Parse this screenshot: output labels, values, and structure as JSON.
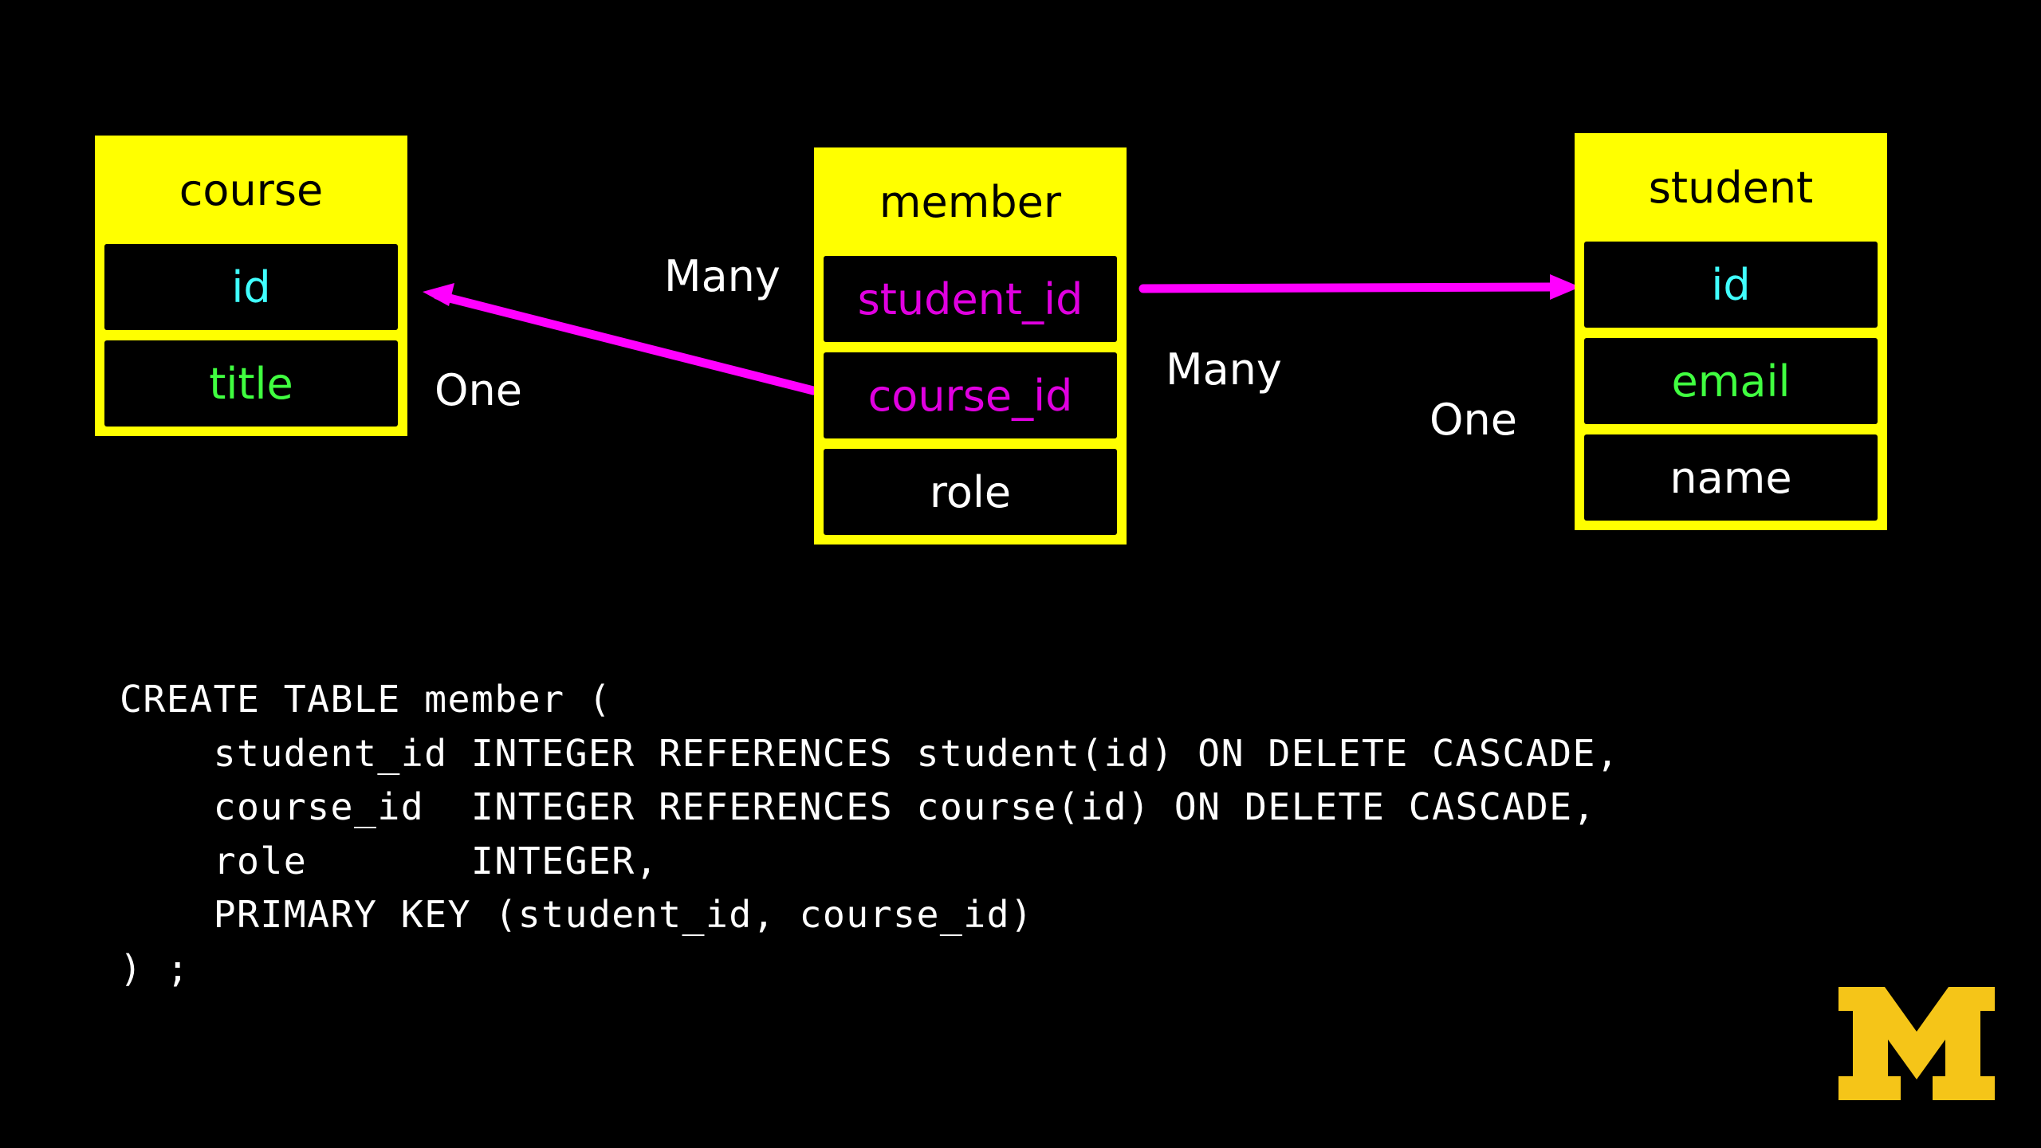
{
  "colors": {
    "background": "#000000",
    "table_fill": "#ffff00",
    "field_fill": "#000000",
    "header_text": "#000000",
    "arrow": "#ff00ff",
    "primary_key_text": "#40ffff",
    "foreign_key_text": "#e000e0",
    "attribute_text": "#40ff40",
    "plain_text": "#ffffff",
    "logo": "#f5c518"
  },
  "tables": {
    "course": {
      "name": "course",
      "fields": [
        {
          "label": "id",
          "kind": "primary_key"
        },
        {
          "label": "title",
          "kind": "attribute"
        }
      ]
    },
    "member": {
      "name": "member",
      "fields": [
        {
          "label": "student_id",
          "kind": "foreign_key"
        },
        {
          "label": "course_id",
          "kind": "foreign_key"
        },
        {
          "label": "role",
          "kind": "plain"
        }
      ]
    },
    "student": {
      "name": "student",
      "fields": [
        {
          "label": "id",
          "kind": "primary_key"
        },
        {
          "label": "email",
          "kind": "attribute"
        },
        {
          "label": "name",
          "kind": "plain"
        }
      ]
    }
  },
  "relationships": [
    {
      "from": "member.course_id",
      "to": "course.id",
      "from_label": "Many",
      "to_label": "One"
    },
    {
      "from": "member.student_id",
      "to": "student.id",
      "from_label": "Many",
      "to_label": "One"
    }
  ],
  "sql": {
    "lines": [
      "CREATE TABLE member (",
      "    student_id INTEGER REFERENCES student(id) ON DELETE CASCADE,",
      "    course_id  INTEGER REFERENCES course(id) ON DELETE CASCADE,",
      "    role       INTEGER,",
      "    PRIMARY KEY (student_id, course_id)",
      ") ;"
    ]
  },
  "logo": {
    "icon": "block-m-icon",
    "letter": "M"
  }
}
